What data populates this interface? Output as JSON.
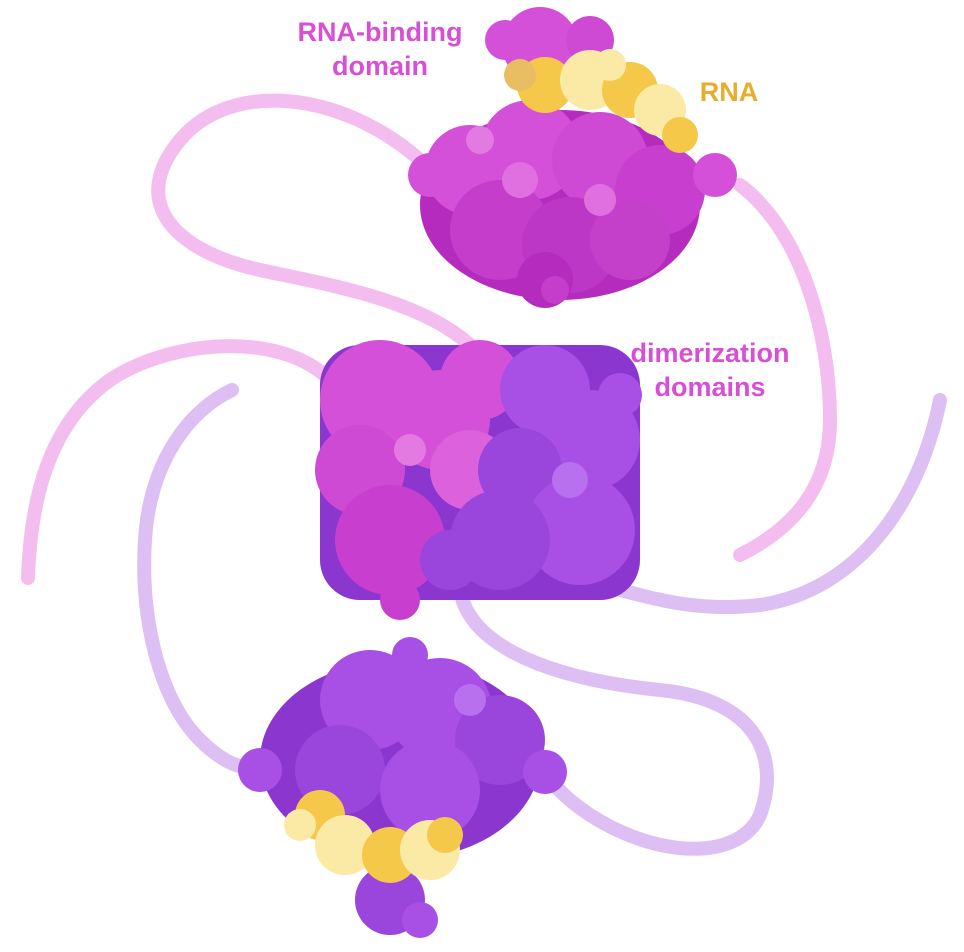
{
  "labels": {
    "rna_binding_domain": [
      "RNA-binding",
      "domain"
    ],
    "rna": "RNA",
    "dimerization_domains": [
      "dimerization",
      "domains"
    ]
  },
  "colors": {
    "magenta_domain": "#d450d8",
    "magenta_dark": "#b52bbd",
    "violet_domain": "#a84fe6",
    "violet_dark": "#8a36cf",
    "rna_yellow": "#f5c84a",
    "rna_pale": "#fbe9a6",
    "pink_linker": "#f3b6ee",
    "lavender_linker": "#d7b4f2",
    "label_magenta": "#d84fd6",
    "label_gold": "#e9ad2e"
  }
}
